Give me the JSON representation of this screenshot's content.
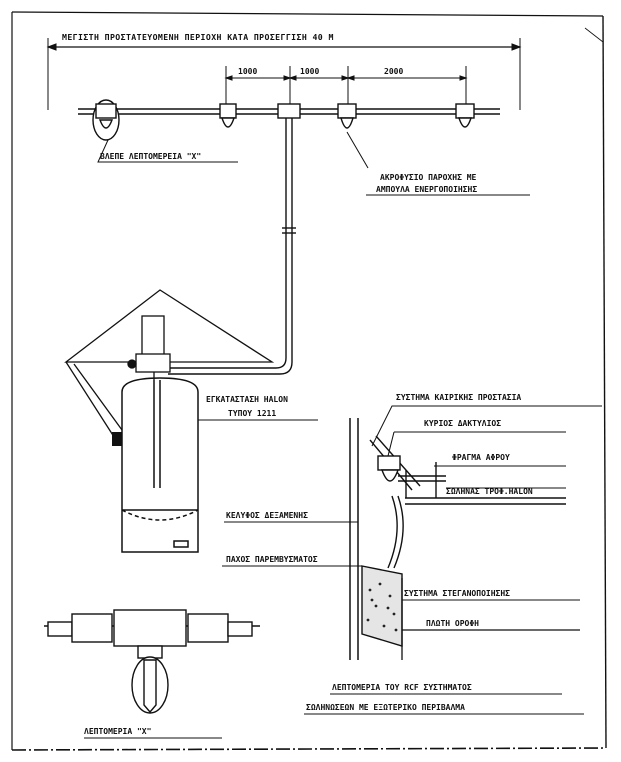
{
  "labels": {
    "max_area": "ΜΕΓΙΣΤΗ ΠΡΟΣΤΑΤΕΥΟΜΕΝΗ ΠΕΡΙΟΧΗ ΚΑΤΑ ΠΡΟΣΕΓΓΙΣΗ 40 Μ",
    "dim_1": "1000",
    "dim_2": "1000",
    "dim_3": "2000",
    "see_detail": "ΒΛΕΠΕ ΛΕΠΤΟΜΕΡΕΙΑ \"Χ\"",
    "nozzle_1": "ΑΚΡΟΦΥΣΙΟ ΠΑΡΟΧΗΣ ΜΕ",
    "nozzle_2": "ΑΜΠΟΥΛΑ ΕΝΕΡΓΟΠΟΙΗΣΗΣ",
    "halon_1": "ΕΓΚΑΤΑΣΤΑΣΗ HALON",
    "halon_2": "ΤΥΠΟΥ 1211",
    "system_protection": "ΣΥΣΤΗΜΑ ΚΑΙΡΙΚΗΣ ΠΡΟΣΤΑΣΙΑ",
    "main_ring": "ΚΥΡΙΟΣ ΔΑΚΤΥΛΙΟΣ",
    "foam_barrier": "ΦΡΑΓΜΑ ΑΦΡΟΥ",
    "halon_feed_pipe": "ΣΩΛΗΝΑΣ ΤΡΟΦ.HALON",
    "tank_shell": "ΚΕΛΥΦΟΣ ΔΕΞΑΜΕΝΗΣ",
    "thickness": "ΠΑΧΟΣ ΠΑΡΕΜΒΥΣΜΑΤΟΣ",
    "waterproofing": "ΣΥΣΤΗΜΑ ΣΤΕΓΑΝΟΠΟΙΗΣΗΣ",
    "floating_roof": "ΠΛΩΤΗ ΟΡΟΦΗ",
    "detail_x": "ΛΕΠΤΟΜΕΡΙΑ \"Χ\"",
    "detail_title_1": "ΛΕΠΤΟΜΕΡΙΑ ΤΟΥ RCF ΣΥΣΤΗΜΑΤΟΣ",
    "detail_title_2": "ΣΩΛΗΝΩΣΕΩΝ ΜΕ ΕΞΩΤΕΡΙΚΟ ΠΕΡΙΒΑΛΜΑ"
  }
}
